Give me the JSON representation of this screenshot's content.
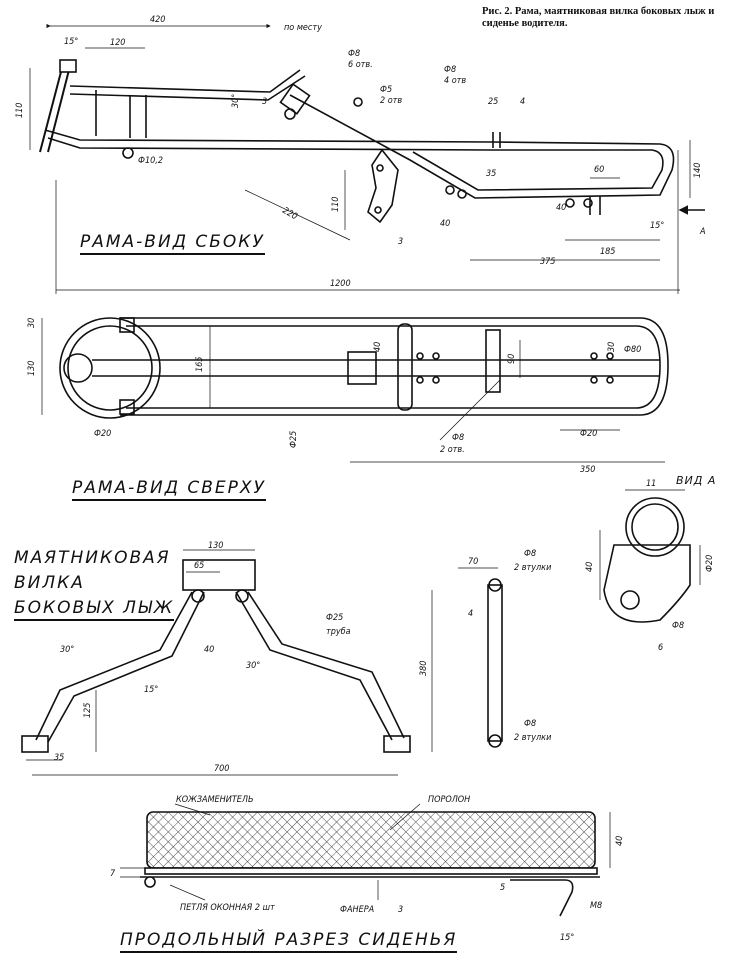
{
  "caption": "Рис. 2. Рама, маятниковая вилка боковых лыж и сиденье водителя.",
  "titles": {
    "side_view": "РАМА-ВИД СБОКУ",
    "top_view": "РАМА-ВИД СВЕРХУ",
    "pendulum_fork_1": "МАЯТНИКОВАЯ",
    "pendulum_fork_2": "ВИЛКА",
    "pendulum_fork_3": "БОКОВЫХ ЛЫЖ",
    "seat_section": "ПРОДОЛЬНЫЙ РАЗРЕЗ СИДЕНЬЯ",
    "view_a": "ВИД А"
  },
  "side_view": {
    "dims": [
      "420",
      "120",
      "15°",
      "по месту",
      "110",
      "30°",
      "Ф8",
      "6 отв.",
      "Ф5",
      "2 отв",
      "Ф8",
      "4 отв",
      "25",
      "4",
      "3",
      "Ф10,2",
      "220",
      "110",
      "3",
      "40",
      "35",
      "60",
      "140",
      "40",
      "15°",
      "185",
      "375",
      "1200"
    ],
    "arrow_label": "А"
  },
  "top_view": {
    "dims": [
      "30",
      "130",
      "165",
      "40",
      "90",
      "30",
      "Ф80",
      "Ф20",
      "Ф25",
      "Ф8",
      "2 отв.",
      "Ф20",
      "350"
    ]
  },
  "fork": {
    "dims": [
      "130",
      "65",
      "40",
      "30°",
      "30°",
      "15°",
      "125",
      "35",
      "700",
      "380",
      "Ф25",
      "труба"
    ]
  },
  "fork_side": {
    "dims": [
      "70",
      "Ф8",
      "2 втулки",
      "4",
      "Ф8",
      "2 втулки"
    ]
  },
  "view_a": {
    "dims": [
      "11",
      "40",
      "Ф20",
      "Ф8",
      "6"
    ]
  },
  "seat": {
    "labels": [
      "КОЖЗАМЕНИТЕЛЬ",
      "ПОРОЛОН",
      "ПЕТЛЯ ОКОННАЯ 2 шт",
      "ФАНЕРА",
      "3"
    ],
    "dims": [
      "40",
      "7",
      "5",
      "М8",
      "15°"
    ]
  }
}
